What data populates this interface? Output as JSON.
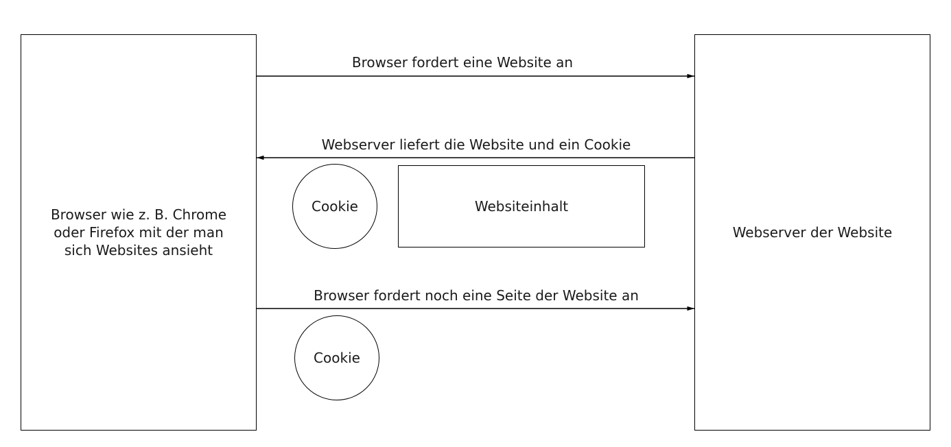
{
  "client": {
    "label": "Browser wie z. B. Chrome\noder Firefox mit der man\nsich Websites ansieht"
  },
  "server": {
    "label": "Webserver der Website"
  },
  "messages": [
    {
      "label": "Browser fordert eine Website an",
      "direction": "to-server"
    },
    {
      "label": "Webserver liefert die Website und ein Cookie",
      "direction": "to-client"
    },
    {
      "label": "Browser fordert noch eine Seite der Website an",
      "direction": "to-server"
    }
  ],
  "response": {
    "cookie_label": "Cookie",
    "content_label": "Websiteinhalt"
  },
  "second_request": {
    "cookie_label": "Cookie"
  },
  "colors": {
    "stroke": "#000000",
    "background": "#ffffff"
  }
}
